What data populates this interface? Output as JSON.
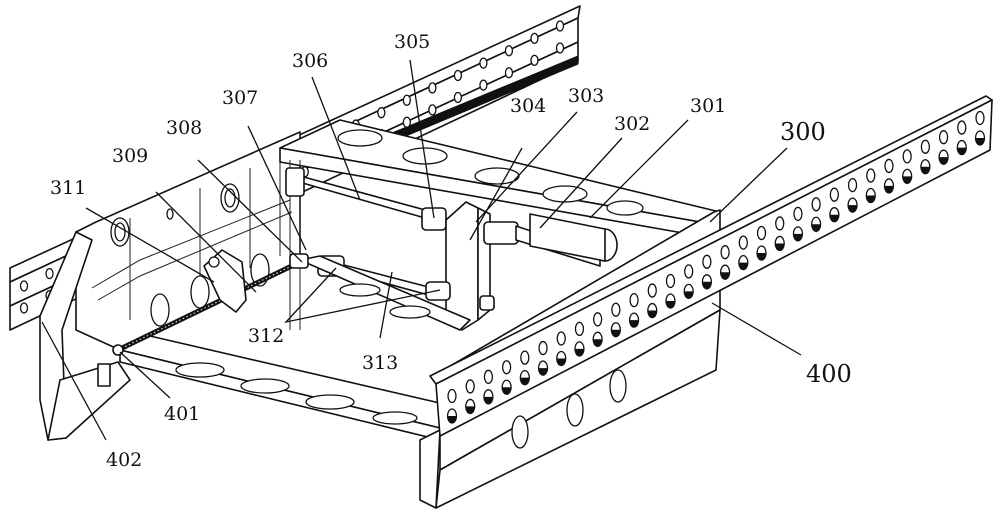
{
  "figure": {
    "type": "patent-style mechanical assembly line drawing",
    "background_color": "#ffffff",
    "line_color": "#111111"
  },
  "labels": [
    {
      "id": "300",
      "text": "300"
    },
    {
      "id": "301",
      "text": "301"
    },
    {
      "id": "302",
      "text": "302"
    },
    {
      "id": "303",
      "text": "303"
    },
    {
      "id": "304",
      "text": "304"
    },
    {
      "id": "305",
      "text": "305"
    },
    {
      "id": "306",
      "text": "306"
    },
    {
      "id": "307",
      "text": "307"
    },
    {
      "id": "308",
      "text": "308"
    },
    {
      "id": "309",
      "text": "309"
    },
    {
      "id": "311",
      "text": "311"
    },
    {
      "id": "312",
      "text": "312"
    },
    {
      "id": "313",
      "text": "313"
    },
    {
      "id": "400",
      "text": "400"
    },
    {
      "id": "401",
      "text": "401"
    },
    {
      "id": "402",
      "text": "402"
    }
  ]
}
